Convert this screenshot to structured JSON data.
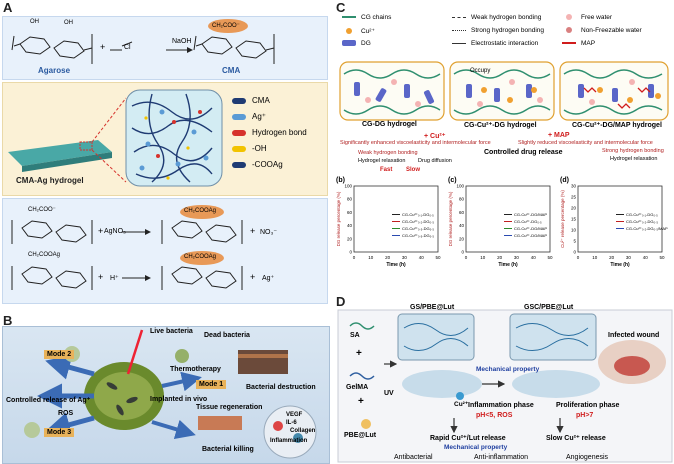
{
  "panel_labels": {
    "a": "A",
    "b": "B",
    "c": "C",
    "d": "D"
  },
  "panel_a": {
    "agarose_label": "Agarose",
    "cma_label": "CMA",
    "naoh": "NaOH",
    "cl": "Cl",
    "oh": "OH",
    "ch2coo": "CH₂COO⁻",
    "plus": "+",
    "hydrogel_label": "CMA-Ag hydrogel",
    "legend": [
      {
        "label": "CMA",
        "color": "#1f3b73"
      },
      {
        "label": "Ag⁺",
        "color": "#5b9bd5"
      },
      {
        "label": "Hydrogen bond",
        "color": "#d6322c"
      },
      {
        "label": "-OH",
        "color": "#f2c300"
      },
      {
        "label": "-COOAg",
        "color": "#1f3b73"
      }
    ],
    "reagent_agno3": "AgNO₃",
    "reagent_h": "H⁺",
    "product_coo_ag": "CH₂COOAg",
    "byproduct_no3": "NO₃⁻",
    "byproduct_ag": "Ag⁺"
  },
  "panel_b": {
    "live_bacteria": "Live bacteria",
    "dead_bacteria": "Dead bacteria",
    "thermotherapy": "Thermotherapy",
    "mode1": "Mode 1",
    "mode2": "Mode 2",
    "mode3": "Mode 3",
    "bacterial_destruction": "Bacterial destruction",
    "controlled_release": "Controlled release of Ag⁺",
    "ros": "ROS",
    "implanted": "Implanted in vivo",
    "tissue_regeneration": "Tissue regeneration",
    "bacterial_killing": "Bacterial killing",
    "vegf": "VEGF",
    "il6": "IL-6",
    "collagen": "Collagen",
    "inflammation": "Inflammation"
  },
  "panel_c": {
    "legend": [
      {
        "label": "CG chains",
        "kind": "wave",
        "color": "#2f8f6f"
      },
      {
        "label": "Cu²⁺",
        "kind": "dot",
        "color": "#f0a030"
      },
      {
        "label": "DG",
        "kind": "bar",
        "color": "#5a66c8"
      },
      {
        "label": "Weak hydrogen bonding",
        "kind": "dash",
        "color": "#333333"
      },
      {
        "label": "Strong hydrogen bonding",
        "kind": "dotline",
        "color": "#333333"
      },
      {
        "label": "Electrostatic interaction",
        "kind": "line",
        "color": "#333333"
      },
      {
        "label": "Free water",
        "kind": "water",
        "color": "#f4b3b3"
      },
      {
        "label": "Non-Freezable water",
        "kind": "water2",
        "color": "#d98080"
      },
      {
        "label": "MAP",
        "kind": "map",
        "color": "#d01c1c"
      }
    ],
    "hydrogels": [
      "CG-DG hydrogel",
      "CG-Cu²⁺-DG hydrogel",
      "CG-Cu²⁺-DG/MAP hydrogel"
    ],
    "occupy": "Occupy",
    "plus_cu": "+ Cu²⁺",
    "plus_map": "+ MAP",
    "enhanced": "Significantly enhanced viscoelasticity and intermolecular force",
    "reduced": "Slightly reduced viscoelasticity and intermolecular force",
    "controlled_release": "Controlled drug release",
    "weak_hb": "Weak hydrogen bonding",
    "hydrogel_relaxation": "Hydrogel relaxation",
    "strong_hb": "Strong hydrogen bonding",
    "hydrogel_relax2": "Hydrogel relaxation",
    "drug_diffusion": "Drug diffusion",
    "fast": "Fast",
    "slow": "Slow",
    "sub_b": "(b)",
    "sub_c": "(c)",
    "sub_d": "(d)",
    "ylabel_b": "DG release percentage (%)",
    "ylabel_c": "DG release percentage (%)",
    "ylabel_d": "Cu²⁺ release percentage (%)",
    "xlabel": "Time (h)",
    "series_b": [
      "CG-Cu²⁺₀.₁-DG₀.₅",
      "CG-Cu²⁺₀.₂-DG₀.₅",
      "CG-Cu²⁺₀.₃-DG₀.₅",
      "CG-Cu²⁺₀.₅-DG₀.₅"
    ],
    "series_c": [
      "CG-Cu²⁺-DG/MAP",
      "CG-Cu²⁺-DG₀.₅",
      "CG-Cu²⁺-DG/MAP",
      "CG-Cu²⁺-DG/MAP"
    ],
    "series_d": [
      "CG-Cu²⁺₀.₁-DG₀.₅",
      "CG-Cu²⁺₀.₂-DG₀.₅",
      "CG-Cu²⁺₀.₂-DG₀.₅/MAP"
    ],
    "xticks": [
      "0",
      "10",
      "20",
      "30",
      "40",
      "50"
    ],
    "yticks_bc": [
      "0",
      "20",
      "40",
      "60",
      "80",
      "100"
    ],
    "yticks_d": [
      "0",
      "5",
      "10",
      "15",
      "20",
      "25",
      "30"
    ]
  },
  "panel_d": {
    "sa": "SA",
    "plus": "+",
    "gelma": "GelMA",
    "pbe_lut": "PBE@Lut",
    "uv": "UV",
    "gs_pbe": "GS/PBE@Lut",
    "gsc_pbe": "GSC/PBE@Lut",
    "infected_wound": "Infected wound",
    "mech_property": "Mechanical property",
    "cu": "Cu²⁺",
    "inflammation_phase": "Inflammation phase",
    "ph_ros": "pH<5, ROS",
    "proliferation_phase": "Proliferation phase",
    "ph7": "pH>7",
    "rapid_release": "Rapid Cu²⁺/Lut release",
    "slow_release": "Slow Cu²⁺ release",
    "mech_property2": "Mechanical property",
    "antibacterial": "Antibacterial",
    "anti_inflammation": "Anti-inflammation",
    "angiogenesis": "Angiogenesis",
    "rapid_word": "Rapid",
    "slow_word": "Slow"
  }
}
